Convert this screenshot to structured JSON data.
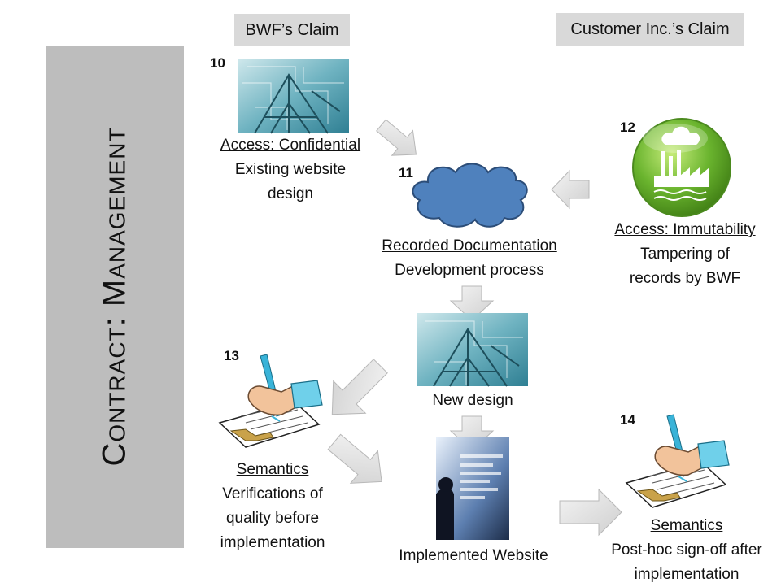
{
  "title": "Contract: Management",
  "headers": {
    "bwf": "BWF’s Claim",
    "customer": "Customer Inc.’s Claim"
  },
  "nodes": {
    "n10": {
      "number": "10",
      "label": "Access: Confidential",
      "desc": "Existing website design",
      "icon": "blueprint-image"
    },
    "n11": {
      "number": "11",
      "label": "Recorded Documentation",
      "desc": "Development process",
      "icon": "cloud-shape"
    },
    "n12": {
      "number": "12",
      "label": "Access: Immutability",
      "desc": "Tampering of records by BWF",
      "icon": "factory-icon"
    },
    "n13": {
      "number": "13",
      "label": "Semantics",
      "desc": "Verifications of quality before implementation",
      "icon": "signing-contract-icon"
    },
    "n14": {
      "number": "14",
      "label": "Semantics",
      "desc": "Post-hoc sign-off after implementation",
      "icon": "signing-contract-icon"
    },
    "new_design": {
      "desc": "New design",
      "icon": "blueprint-image"
    },
    "implemented": {
      "desc": "Implemented Website",
      "icon": "website-photo"
    }
  },
  "colors": {
    "title_bar": "#bdbdbd",
    "pill": "#d9d9d9",
    "cloud": "#4f81bd",
    "arrow": "#e4e4e4",
    "factory_green": "#6ab42e"
  }
}
